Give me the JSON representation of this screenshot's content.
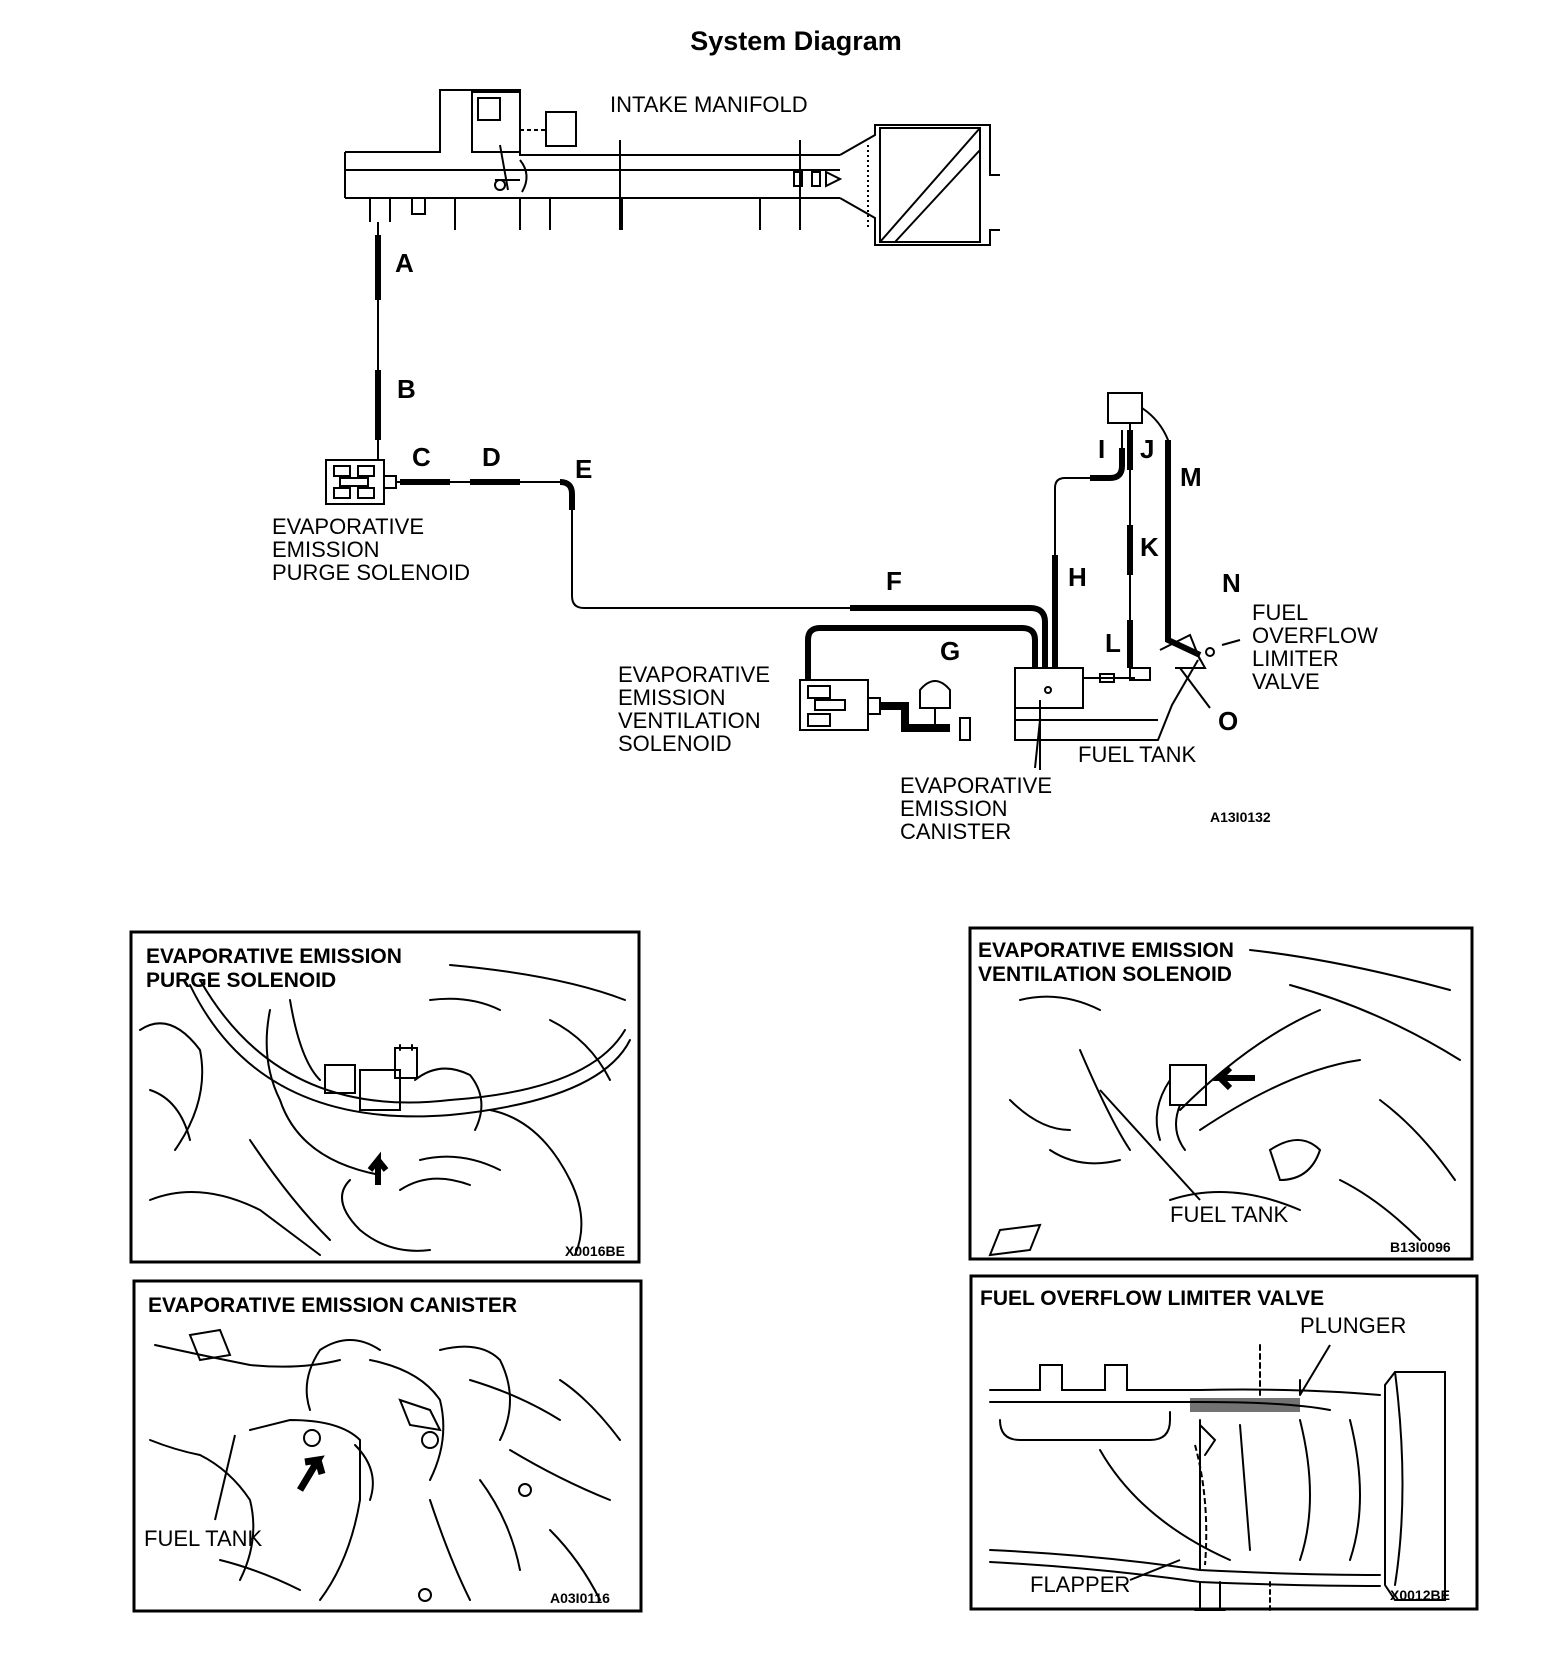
{
  "diagram": {
    "title": "System Diagram",
    "labels": {
      "intake_manifold": "INTAKE MANIFOLD",
      "purge_solenoid": [
        "EVAPORATIVE",
        "EMISSION",
        "PURGE SOLENOID"
      ],
      "vent_solenoid": [
        "EVAPORATIVE",
        "EMISSION",
        "VENTILATION",
        "SOLENOID"
      ],
      "canister": [
        "EVAPORATIVE",
        "EMISSION",
        "CANISTER"
      ],
      "fuel_tank": "FUEL TANK",
      "overflow_valve": [
        "FUEL",
        "OVERFLOW",
        "LIMITER",
        "VALVE"
      ]
    },
    "hose_letters": [
      "A",
      "B",
      "C",
      "D",
      "E",
      "F",
      "G",
      "H",
      "I",
      "J",
      "K",
      "L",
      "M",
      "N",
      "O"
    ],
    "figure_code": "A13I0132"
  },
  "panels": [
    {
      "title": [
        "EVAPORATIVE EMISSION",
        "PURGE SOLENOID"
      ],
      "labels": [],
      "code": "X0016BE"
    },
    {
      "title": [
        "EVAPORATIVE EMISSION",
        "VENTILATION SOLENOID"
      ],
      "labels": [
        "FUEL TANK"
      ],
      "code": "B13I0096"
    },
    {
      "title": [
        "EVAPORATIVE EMISSION CANISTER"
      ],
      "labels": [
        "FUEL TANK"
      ],
      "code": "A03I0116"
    },
    {
      "title": [
        "FUEL OVERFLOW LIMITER VALVE"
      ],
      "labels": [
        "PLUNGER",
        "FLAPPER"
      ],
      "code": "X0012BE"
    }
  ]
}
